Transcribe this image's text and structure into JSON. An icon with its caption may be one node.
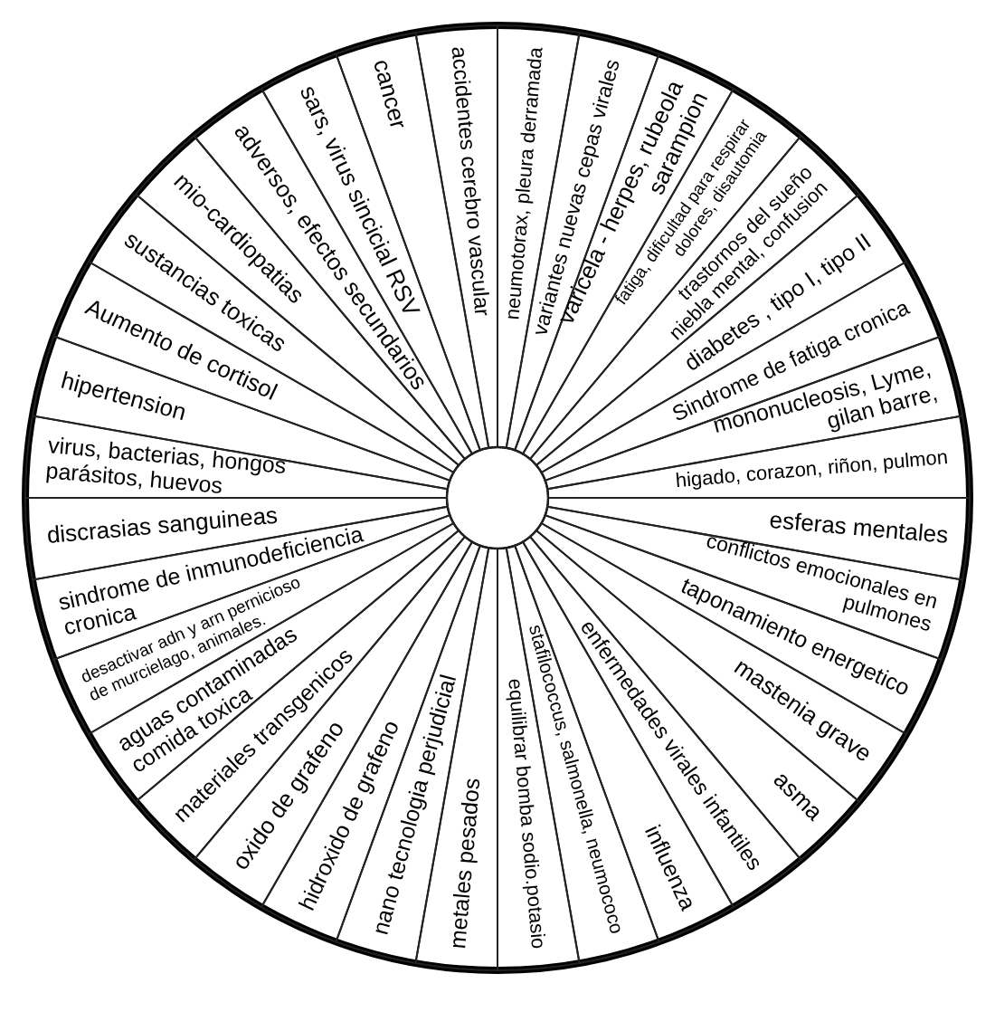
{
  "diagram": {
    "nodes": [
      {
        "text": [
          "neumotorax, pleura derramada"
        ]
      },
      {
        "text": [
          "variantes nuevas cepas virales"
        ]
      },
      {
        "text": [
          "varicela - herpes, rubeola sarampion"
        ]
      },
      {
        "text": [
          "fatiga, dificultad para respirar dolores, disautomia"
        ]
      },
      {
        "text": [
          "trastornos del sueño niebla mental, confusion"
        ]
      },
      {
        "text": [
          "diabetes , tipo I, tipo II"
        ]
      },
      {
        "text": [
          "Sindrome de fatiga cronica"
        ]
      },
      {
        "text": [
          "mononucleosis, Lyme, gilan barre,"
        ]
      },
      {
        "text": [
          "higado, corazon, riñon, pulmon"
        ]
      },
      {
        "text": [
          "esferas mentales"
        ]
      },
      {
        "text": [
          "conflictos emocionales en pulmones"
        ]
      },
      {
        "text": [
          "taponamiento energetico"
        ]
      },
      {
        "text": [
          "mastenia grave"
        ]
      },
      {
        "text": [
          "asma"
        ]
      },
      {
        "text": [
          "enfermedades virales infantiles"
        ]
      },
      {
        "text": [
          "influenza"
        ]
      },
      {
        "text": [
          "stafilococcus, salmonella, neumococo"
        ]
      },
      {
        "text": [
          "equilibrar bomba sodio.potasio"
        ]
      },
      {
        "text": [
          "metales pesados"
        ]
      },
      {
        "text": [
          "nano tecnologia perjudicial"
        ]
      },
      {
        "text": [
          "hidroxido de grafeno"
        ]
      },
      {
        "text": [
          "oxido de grafeno"
        ]
      },
      {
        "text": [
          "materiales transgenicos"
        ]
      },
      {
        "text": [
          "aguas contaminadas comida toxica"
        ]
      },
      {
        "text": [
          "desactivar adn y arn pernicioso de murcielago, animales."
        ]
      },
      {
        "text": [
          "sindrome de inmunodeficiencia cronica"
        ]
      },
      {
        "text": [
          "discrasias sanguineas"
        ]
      },
      {
        "text": [
          "virus, bacterias, hongos parásitos, huevos"
        ]
      },
      {
        "text": [
          "hipertension"
        ]
      },
      {
        "text": [
          "Aumento de cortisol"
        ]
      },
      {
        "text": [
          "sustancias toxicas"
        ]
      },
      {
        "text": [
          "mio-cardiopatias"
        ]
      },
      {
        "text": [
          "adversos, efectos secundarios"
        ]
      },
      {
        "text": [
          "sars, virus sincicial RSV"
        ]
      },
      {
        "text": [
          "cancer"
        ]
      },
      {
        "text": [
          "accidentes cerebro vascular"
        ]
      }
    ]
  }
}
